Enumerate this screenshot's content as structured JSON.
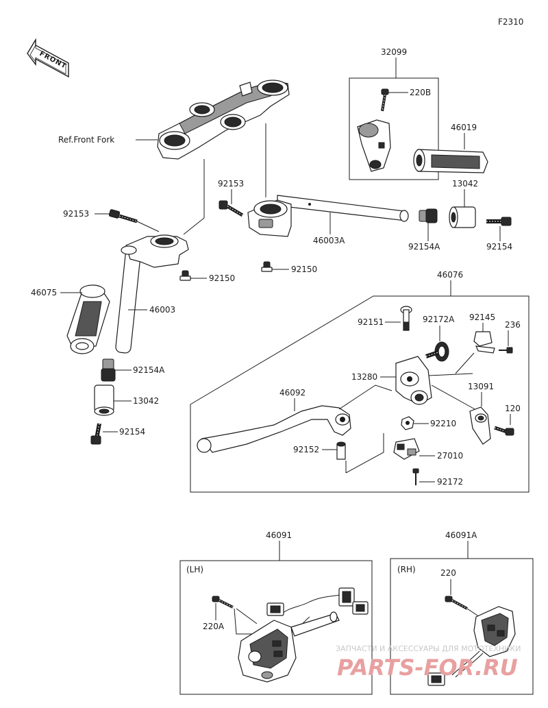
{
  "figure_code": "F2310",
  "front_indicator": "FRONT",
  "ref_label": "Ref.Front Fork",
  "labels": {
    "p32099": "32099",
    "p220B": "220B",
    "p46019": "46019",
    "p13042_top": "13042",
    "p92153_a": "92153",
    "p92153_b": "92153",
    "p46003A": "46003A",
    "p92154A_top": "92154A",
    "p92154_top": "92154",
    "p92150_a": "92150",
    "p92150_b": "92150",
    "p46075": "46075",
    "p46003": "46003",
    "p46076": "46076",
    "p92151": "92151",
    "p92172A": "92172A",
    "p92145": "92145",
    "p236": "236",
    "p13280": "13280",
    "p46092": "46092",
    "p13091": "13091",
    "p120": "120",
    "p92210": "92210",
    "p92152": "92152",
    "p27010": "27010",
    "p92172": "92172",
    "p92154A_bot": "92154A",
    "p13042_bot": "13042",
    "p92154_bot": "92154",
    "p46091": "46091",
    "p46091A": "46091A",
    "p220A": "220A",
    "p220": "220"
  },
  "panels": {
    "lh": "(LH)",
    "rh": "(RH)"
  },
  "watermark": {
    "line1": "ЗАПЧАСТИ И АКСЕССУАРЫ ДЛЯ МОТОТЕХНИКИ",
    "line2": "PARTS-FOR.RU"
  }
}
